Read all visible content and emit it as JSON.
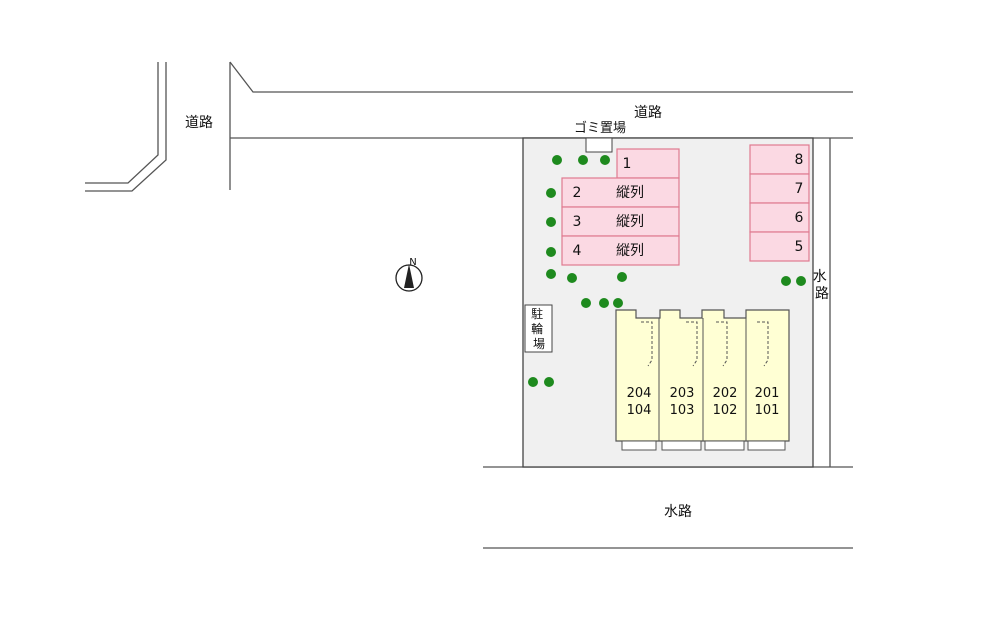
{
  "roads": {
    "north_label": "道路",
    "west_label": "道路"
  },
  "waterways": {
    "south_label": "水路",
    "east_label": "水路"
  },
  "garbage_area": {
    "label": "ゴミ置場"
  },
  "bicycle_parking": {
    "label": "駐輪場"
  },
  "compass": {
    "label": "N"
  },
  "parking": {
    "west": [
      {
        "num": "1",
        "note": ""
      },
      {
        "num": "2",
        "note": "縦列"
      },
      {
        "num": "3",
        "note": "縦列"
      },
      {
        "num": "4",
        "note": "縦列"
      }
    ],
    "east": [
      {
        "num": "8"
      },
      {
        "num": "7"
      },
      {
        "num": "6"
      },
      {
        "num": "5"
      }
    ]
  },
  "units": [
    {
      "upper": "204",
      "lower": "104"
    },
    {
      "upper": "203",
      "lower": "103"
    },
    {
      "upper": "202",
      "lower": "102"
    },
    {
      "upper": "201",
      "lower": "101"
    }
  ],
  "colors": {
    "parking_fill": "#fbd9e3",
    "parking_stroke": "#e07a90",
    "building_fill": "#ffffd4",
    "site_fill": "#f0f0f0",
    "tree": "#1e8a1e"
  }
}
